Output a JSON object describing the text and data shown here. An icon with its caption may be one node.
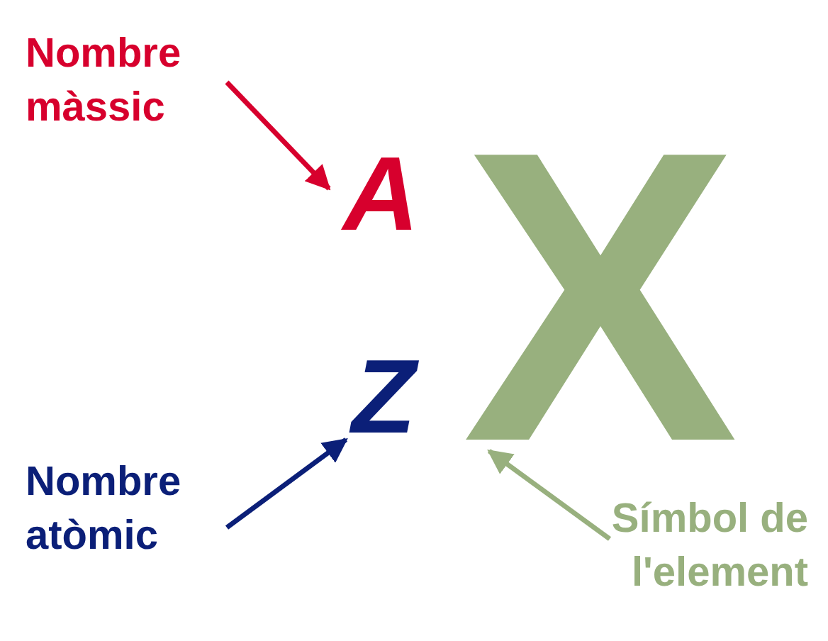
{
  "diagram": {
    "nodes": [
      {
        "text": [
          "Nombre màssic"
        ]
      },
      {
        "text": [
          "A"
        ]
      },
      {
        "text": [
          "Z"
        ]
      },
      {
        "text": [
          "X"
        ]
      },
      {
        "text": [
          "Nombre atòmic"
        ]
      },
      {
        "text": [
          "Símbol de l'element"
        ]
      }
    ],
    "edges": [
      {
        "from": 0,
        "to": 1,
        "arrow": "to",
        "color": "#d7002d"
      },
      {
        "from": 4,
        "to": 2,
        "arrow": "to",
        "color": "#0b1f78"
      },
      {
        "from": 5,
        "to": 3,
        "arrow": "to",
        "color": "#98b07e"
      }
    ]
  }
}
